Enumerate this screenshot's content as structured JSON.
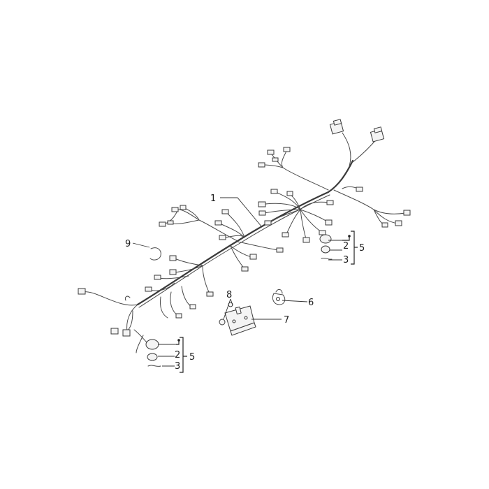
{
  "callouts": {
    "c1": "1",
    "c2a": "2",
    "c3a": "3",
    "c5a": "5",
    "c2b": "2",
    "c3b": "3",
    "c5b": "5",
    "c6": "6",
    "c7": "7",
    "c8": "8",
    "c9": "9"
  }
}
